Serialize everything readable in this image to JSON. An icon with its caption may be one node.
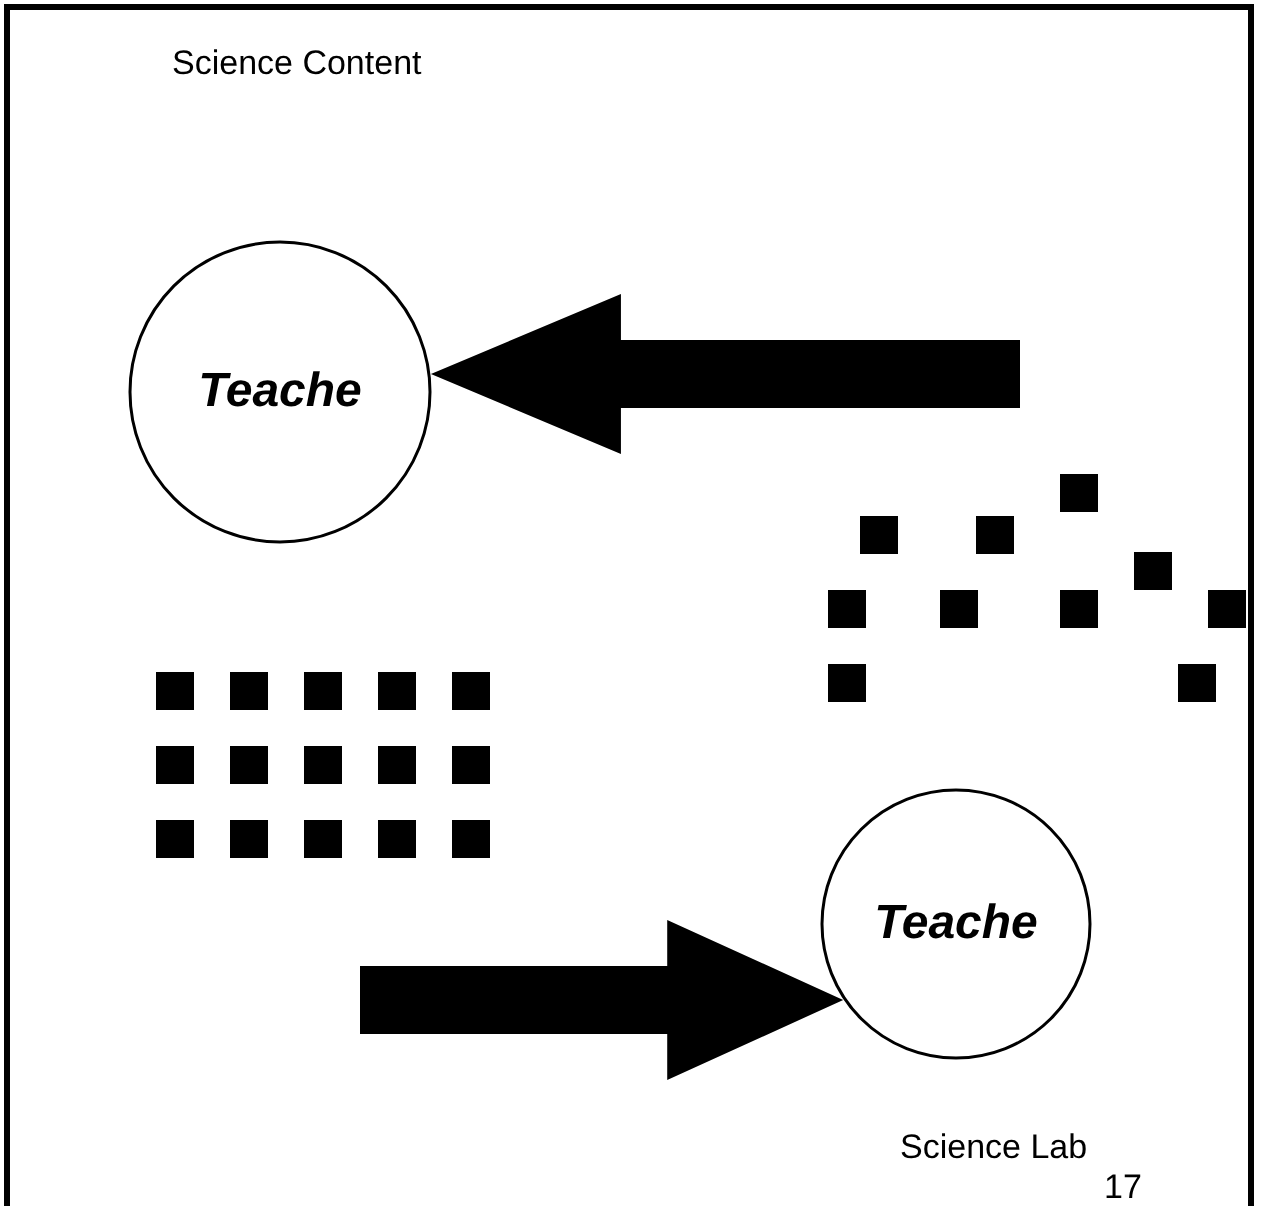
{
  "diagram": {
    "nodes": [
      {
        "text": [
          "Teache"
        ]
      },
      {
        "text": [
          "Teache"
        ]
      }
    ],
    "edges": [
      {
        "from": null,
        "to": 0,
        "arrow": "to",
        "style": "thick"
      },
      {
        "from": null,
        "to": 1,
        "arrow": "to",
        "style": "thick"
      }
    ],
    "labels": [
      "Science Content",
      "Science Lab",
      "17"
    ]
  }
}
